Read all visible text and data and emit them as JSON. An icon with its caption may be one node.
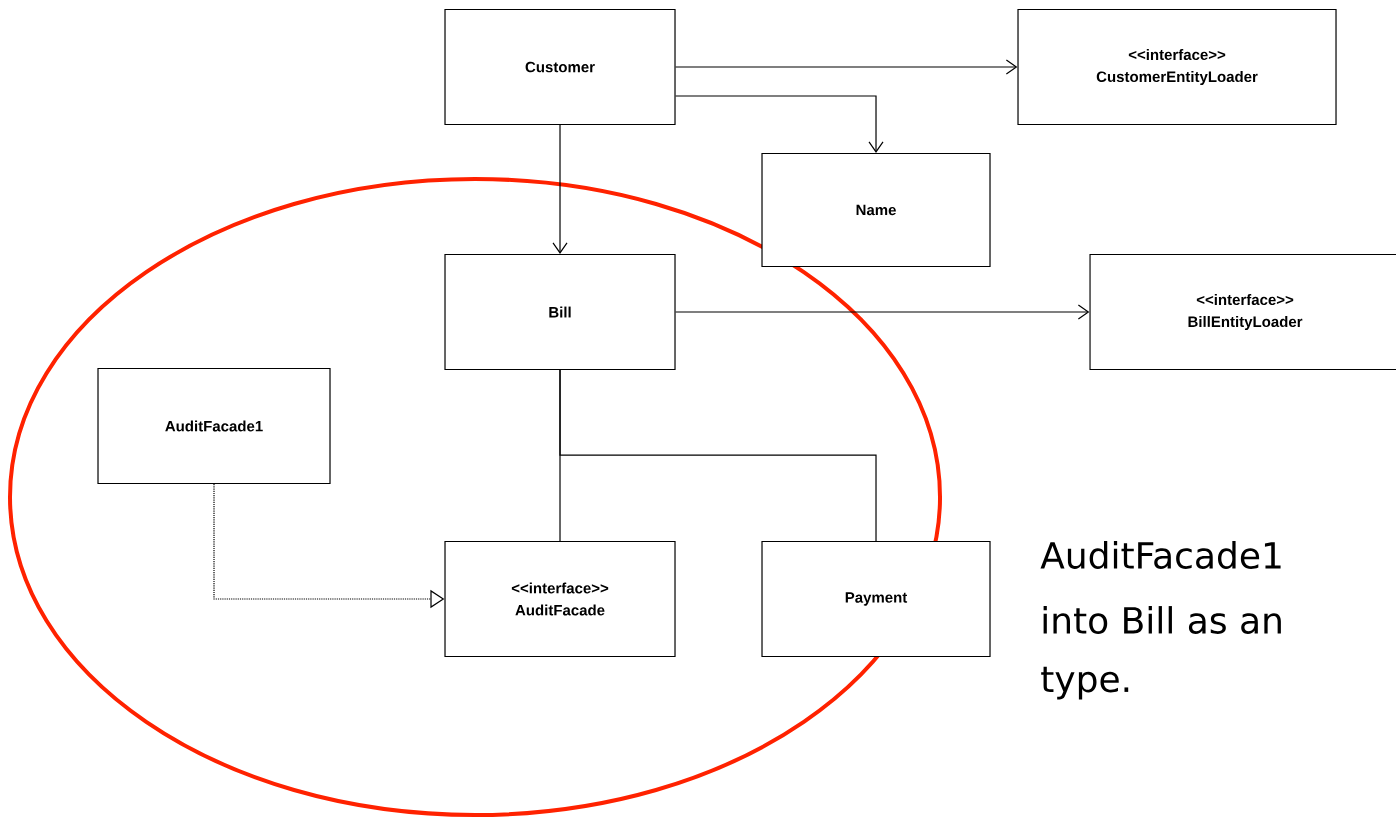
{
  "diagram": {
    "nodes": [
      {
        "text": [
          "Customer"
        ]
      },
      {
        "text": [
          "<<interface>>",
          "CustomerEntityLoader"
        ]
      },
      {
        "text": [
          "Name"
        ]
      },
      {
        "text": [
          "Bill"
        ]
      },
      {
        "text": [
          "<<interface>>",
          "BillEntityLoader"
        ]
      },
      {
        "text": [
          "AuditFacade1"
        ]
      },
      {
        "text": [
          "<<interface>>",
          "AuditFacade"
        ]
      },
      {
        "text": [
          "Payment"
        ]
      }
    ],
    "edges": [
      {
        "from": 0,
        "to": 1,
        "arrow": "to"
      },
      {
        "from": 0,
        "to": 2,
        "arrow": "to"
      },
      {
        "from": 0,
        "to": 3,
        "arrow": "to"
      },
      {
        "from": 3,
        "to": 4,
        "arrow": "to"
      },
      {
        "from": 3,
        "to": 6,
        "arrow": "none"
      },
      {
        "from": 3,
        "to": 7,
        "arrow": "none"
      },
      {
        "from": 5,
        "to": 6,
        "arrow": "to",
        "style": "dashed"
      }
    ],
    "labels": [
      "AuditFacade1",
      "into Bill as an",
      "type."
    ]
  }
}
